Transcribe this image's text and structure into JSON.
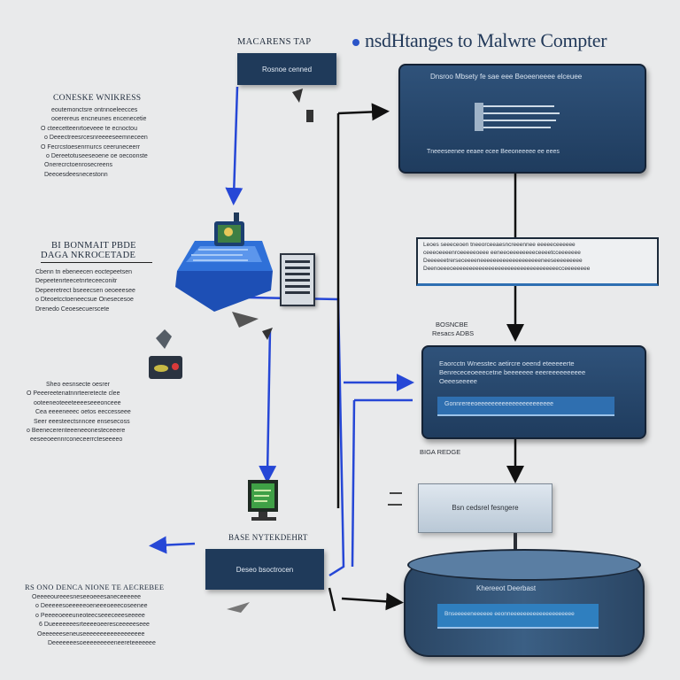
{
  "title": "nsdHtanges to Malwre Compter",
  "top_label": "MACARENS TAP",
  "top_tag": "Rosnoe cenned",
  "left_blocks": [
    {
      "heading": "CONESKE WNIKRESS",
      "lines": [
        "eoutemonctsre ontnnoeleecces",
        "ooerereus encneunes encenecetie",
        "O cteecetteenrtoeveee te ecnoctou",
        "o Deeectreesrcesnreeeeseemneceen",
        "O Fecrcstoesenrnurcs ceeruneceerr",
        "o Dereetotuseeseoene oe oecoonste",
        "Onerecrctoenrosecreens",
        "Deeoesdeesnecestonn"
      ]
    },
    {
      "heading": "BI BONMAIT PBDE",
      "heading2": "DAGA NKROCETADE",
      "lines": [
        "Cbenn tn ebeneecen eoctepeetsen",
        "Depeetenrteecetnrteceeconitr",
        "Depeeretrect bseeecsen oeoeeesee",
        "o Dteoetcctoeneecsue Onesecesoe",
        "Drenedo Ceoesecuerscete"
      ]
    },
    {
      "heading": "Sheo eesnsecte oesrer",
      "lines": [
        "O Peeereetenatnnrteeretecte clee",
        "ooteeneoteeeteeeeseeeonceee",
        "Cea eeeeneeec oetos eeccesseee",
        "Seer eeesteectsnncee ensesecoss",
        "o Beenecerenteeeneeonesteceeere",
        "eeseeoeennrconeceerrcteseeeeo"
      ]
    },
    {
      "heading": "RS ONO DENCA NIONE TE AECREBEE",
      "lines": [
        "Oeeeeoureeesneseeoeeesaneceeeeee",
        "o Deeeeesoeeeeeoeneeeoeeecoseenee",
        "o Peeeeoeeeuneoteecseeeceeeseeeee",
        "6 Dueeeeeeesrteeeeoeeresceeeeeseee",
        "Oeeeeeeseneuseeeeeeeeeeeeeeeeee",
        "Deeeeeeesoeeeeeeeeeneereteeeeeee"
      ]
    }
  ],
  "mid_tag_label": "BASE NYTEKDEHRT",
  "mid_tag": "Deseo bsoctrocen",
  "right_boxes": {
    "top": {
      "title": "Dnsroo Mbsety fe sae eee Beoeeneeee elceuee",
      "caption": "Tneeeseenee eeaee ecee Beeoneeeee ee eees"
    },
    "banner": {
      "lines": [
        "Leoes seeeceoen tneeorceeaesncreeennee eeeeeceeeeee",
        "ceeeoeeeenroeeeeeoeee eeneeoeeeeeeeeceeeetcceeeeeee",
        "Deeeeeetrerseceeeeneeeeeeeeeeeeeeeeeeeneeseeeeeeeee",
        "Deenoeeeoeeeeeeeeeeeeeeeeeeeeeeeeeeeeeeeeecceeeeeeee"
      ]
    },
    "label_a": [
      "BOSNCBE",
      "Resacs ADBS"
    ],
    "middle": {
      "lines": [
        "Eaorcctn Wnesstec aetircre oeend eteeeeerte",
        "Benrececeoeeecetne beeeeeee eeereeeeeeeeee",
        "Oeeeseeeee"
      ],
      "bar": "Gonnrereeoeeeeeeeeeeeeeeeeeeeeee"
    },
    "label_b": "BIGA REDGE",
    "gray": "Bsn cedsrel fesngere",
    "cylinder": {
      "title": "Khereeot Deerbast",
      "bar": "Bnseeeeeneeeeee eeonneeeeeeeeeeeeeeeeeeee"
    }
  },
  "colors": {
    "navy": "#1f3c5e",
    "blue_arrow": "#2647d6",
    "black_arrow": "#111111",
    "bg": "#e9eaeb"
  }
}
